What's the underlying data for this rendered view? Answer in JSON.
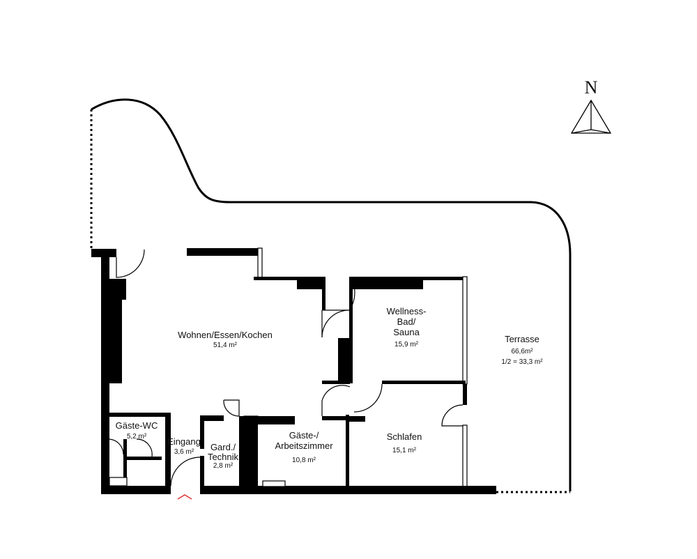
{
  "compass": {
    "label": "N"
  },
  "rooms": {
    "wohnen": {
      "name": "Wohnen/Essen/Kochen",
      "area": "51,4 m²"
    },
    "wellness": {
      "line1": "Wellness-",
      "line2": "Bad/",
      "line3": "Sauna",
      "area": "15,9 m²"
    },
    "terrasse": {
      "name": "Terrasse",
      "area": "66,6m²",
      "half": "1/2 = 33,3 m²"
    },
    "gaestewc": {
      "name": "Gäste-WC",
      "area": "5,2 m²"
    },
    "eingang": {
      "name": "Eingang",
      "area": "3,6 m²"
    },
    "gard": {
      "line1": "Gard./",
      "line2": "Technik",
      "area": "2,8 m²"
    },
    "gaeste": {
      "line1": "Gäste-/",
      "line2": "Arbeitszimmer",
      "area": "10,8 m²"
    },
    "schlafen": {
      "name": "Schlafen",
      "area": "15,1 m²"
    }
  }
}
